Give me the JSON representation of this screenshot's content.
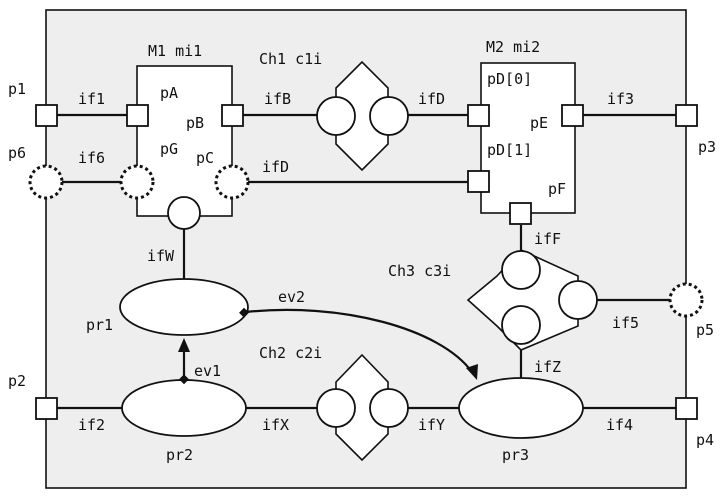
{
  "diagram": {
    "ports": {
      "p1": "p1",
      "p2": "p2",
      "p3": "p3",
      "p4": "p4",
      "p5": "p5",
      "p6": "p6",
      "pA": "pA",
      "pB": "pB",
      "pC": "pC",
      "pG": "pG",
      "pD0": "pD[0]",
      "pD1": "pD[1]",
      "pE": "pE",
      "pF": "pF"
    },
    "interfaces": {
      "if1": "if1",
      "if2": "if2",
      "if3": "if3",
      "if4": "if4",
      "if5": "if5",
      "if6": "if6",
      "ifB": "ifB",
      "ifD_top": "ifD",
      "ifD_bottom": "ifD",
      "ifF": "ifF",
      "ifW": "ifW",
      "ifX": "ifX",
      "ifY": "ifY",
      "ifZ": "ifZ"
    },
    "modules": {
      "m1": "M1 mi1",
      "m2": "M2 mi2"
    },
    "channels": {
      "ch1": "Ch1 c1i",
      "ch2": "Ch2 c2i",
      "ch3": "Ch3 c3i"
    },
    "processes": {
      "pr1": "pr1",
      "pr2": "pr2",
      "pr3": "pr3"
    },
    "events": {
      "ev1": "ev1",
      "ev2": "ev2"
    }
  }
}
